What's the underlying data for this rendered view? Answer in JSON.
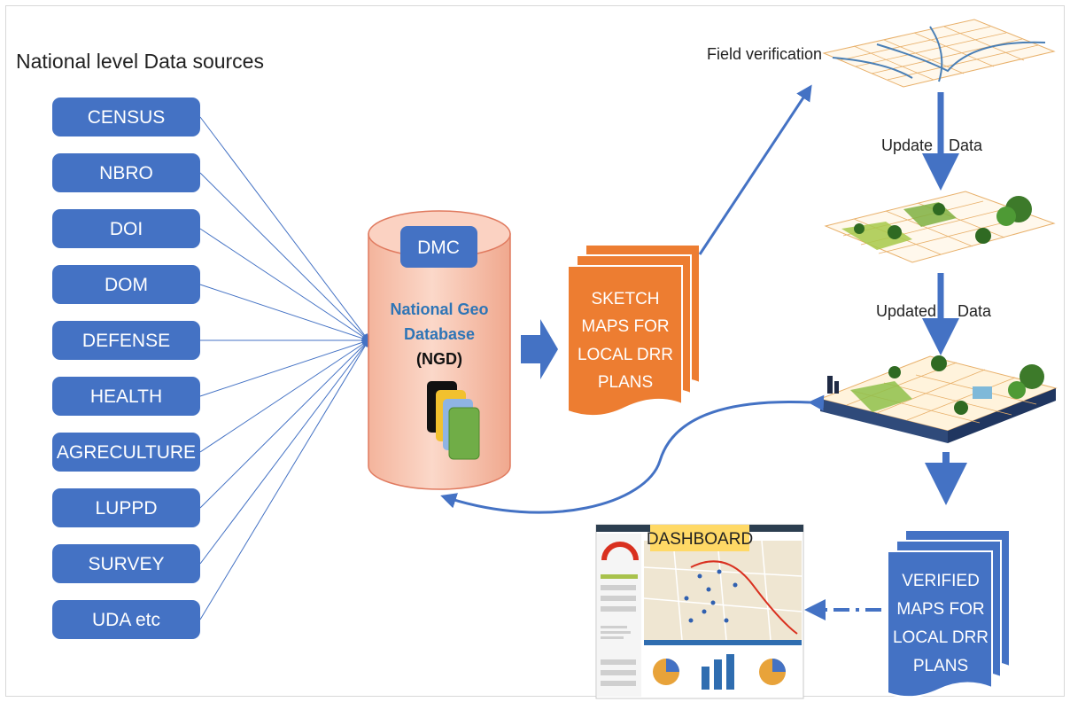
{
  "title": "National level Data sources",
  "sources": [
    "CENSUS",
    "NBRO",
    "DOI",
    "DOM",
    "DEFENSE",
    "HEALTH",
    "AGRECULTURE",
    "LUPPD",
    "SURVEY",
    "UDA etc"
  ],
  "database": {
    "badge": "DMC",
    "name_line1": "National Geo",
    "name_line2": "Database",
    "abbr": "(NGD)"
  },
  "sketch_maps": [
    "SKETCH",
    "MAPS FOR",
    "LOCAL DRR",
    "PLANS"
  ],
  "field_verification": "Field verification",
  "update_data": [
    "Update",
    "Data"
  ],
  "updated_data": [
    "Updated",
    "Data"
  ],
  "verified_maps": [
    "VERIFIED",
    "MAPS FOR",
    "LOCAL DRR",
    "PLANS"
  ],
  "dashboard": "DASHBOARD",
  "colors": {
    "source_box": "#4472c4",
    "arrow": "#4472c4",
    "cylinder": "#f7c6b2",
    "ngd_text": "#2e75b6",
    "sketch_doc": "#ed7d31",
    "verified_doc": "#4472c4",
    "dashboard_label": "#ffd966"
  }
}
